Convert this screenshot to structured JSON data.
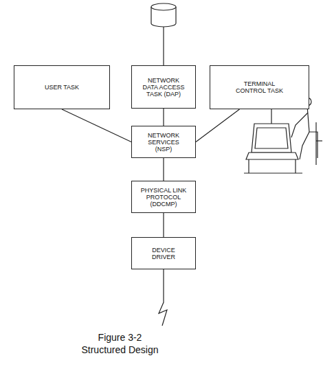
{
  "diagram": {
    "caption": "Figure 3-2 Structured Design",
    "nodes": [
      {
        "text": [
          "USER TASK"
        ]
      },
      {
        "text": [
          "NETWORK DATA ACCESS TASK (DAP)"
        ]
      },
      {
        "text": [
          "TERMINAL CONTROL TASK"
        ]
      },
      {
        "text": [
          "NETWORK SERVICES (NSP)"
        ]
      },
      {
        "text": [
          "PHYSICAL LINK PROTOCOL (DDCMP)"
        ]
      },
      {
        "text": [
          "DEVICE DRIVER"
        ]
      }
    ],
    "edges": [
      {
        "from": 0,
        "to": 3,
        "arrow": "none"
      },
      {
        "from": 1,
        "to": 3,
        "arrow": "none"
      },
      {
        "from": 2,
        "to": 3,
        "arrow": "none"
      },
      {
        "from": 3,
        "to": 4,
        "arrow": "none"
      },
      {
        "from": 4,
        "to": 5,
        "arrow": "none"
      }
    ]
  }
}
